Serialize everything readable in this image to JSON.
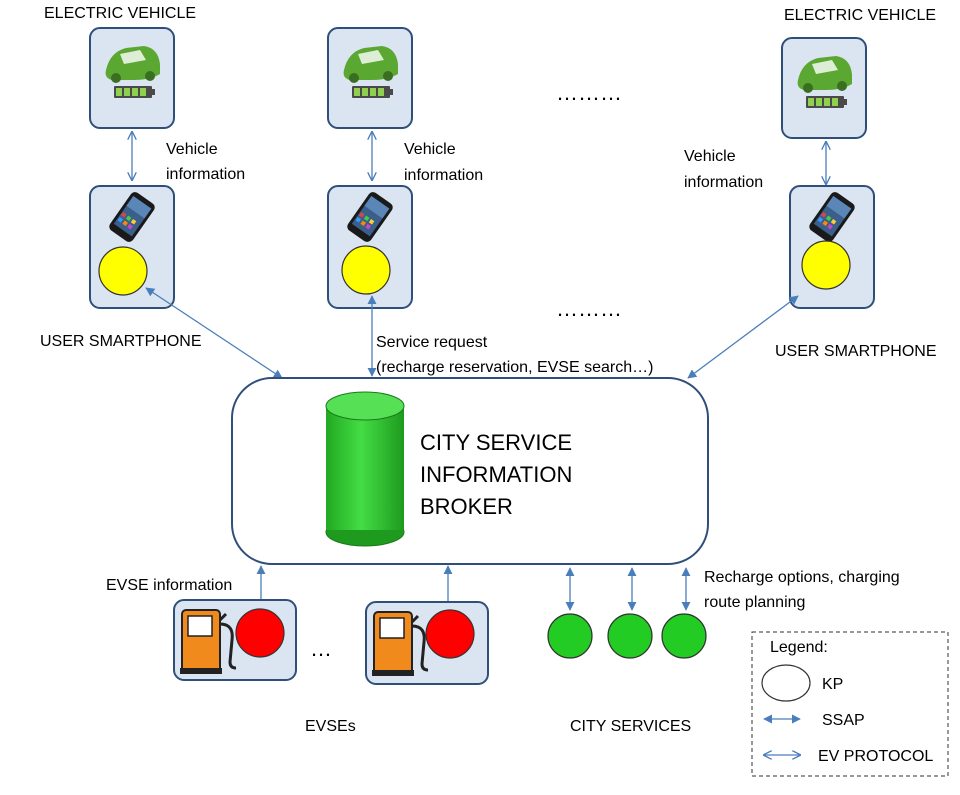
{
  "vehicles": {
    "ev_label_left": "ELECTRIC  VEHICLE",
    "ev_label_right": "ELECTRIC  VEHICLE",
    "ellipsis_top": "………",
    "vehicle_info_line1": "Vehicle",
    "vehicle_info_line2": "information"
  },
  "smartphones": {
    "label_left": "USER SMARTPHONE",
    "label_right": "USER SMARTPHONE",
    "ellipsis_mid": "………"
  },
  "service_request": {
    "line1": "Service request",
    "line2": "(recharge reservation,  EVSE search…)"
  },
  "broker": {
    "line1": "CITY SERVICE",
    "line2": "INFORMATION",
    "line3": "BROKER"
  },
  "evse": {
    "info_label": "EVSE information",
    "ellipsis": "…",
    "group_label": "EVSEs"
  },
  "city_services": {
    "note_line1": "Recharge options, charging",
    "note_line2": "route planning",
    "group_label": "CITY SERVICES"
  },
  "legend": {
    "title": "Legend:",
    "kp": "KP",
    "ssap": "SSAP",
    "ev_protocol": "EV PROTOCOL"
  },
  "colors": {
    "box_border": "#2f4f7a",
    "box_fill": "#dbe5f1",
    "arrow": "#4a7ebb",
    "kp_yellow": "#ffff00",
    "kp_red": "#ff0000",
    "kp_green": "#22cc22",
    "broker_cylinder": "#33cc33"
  }
}
